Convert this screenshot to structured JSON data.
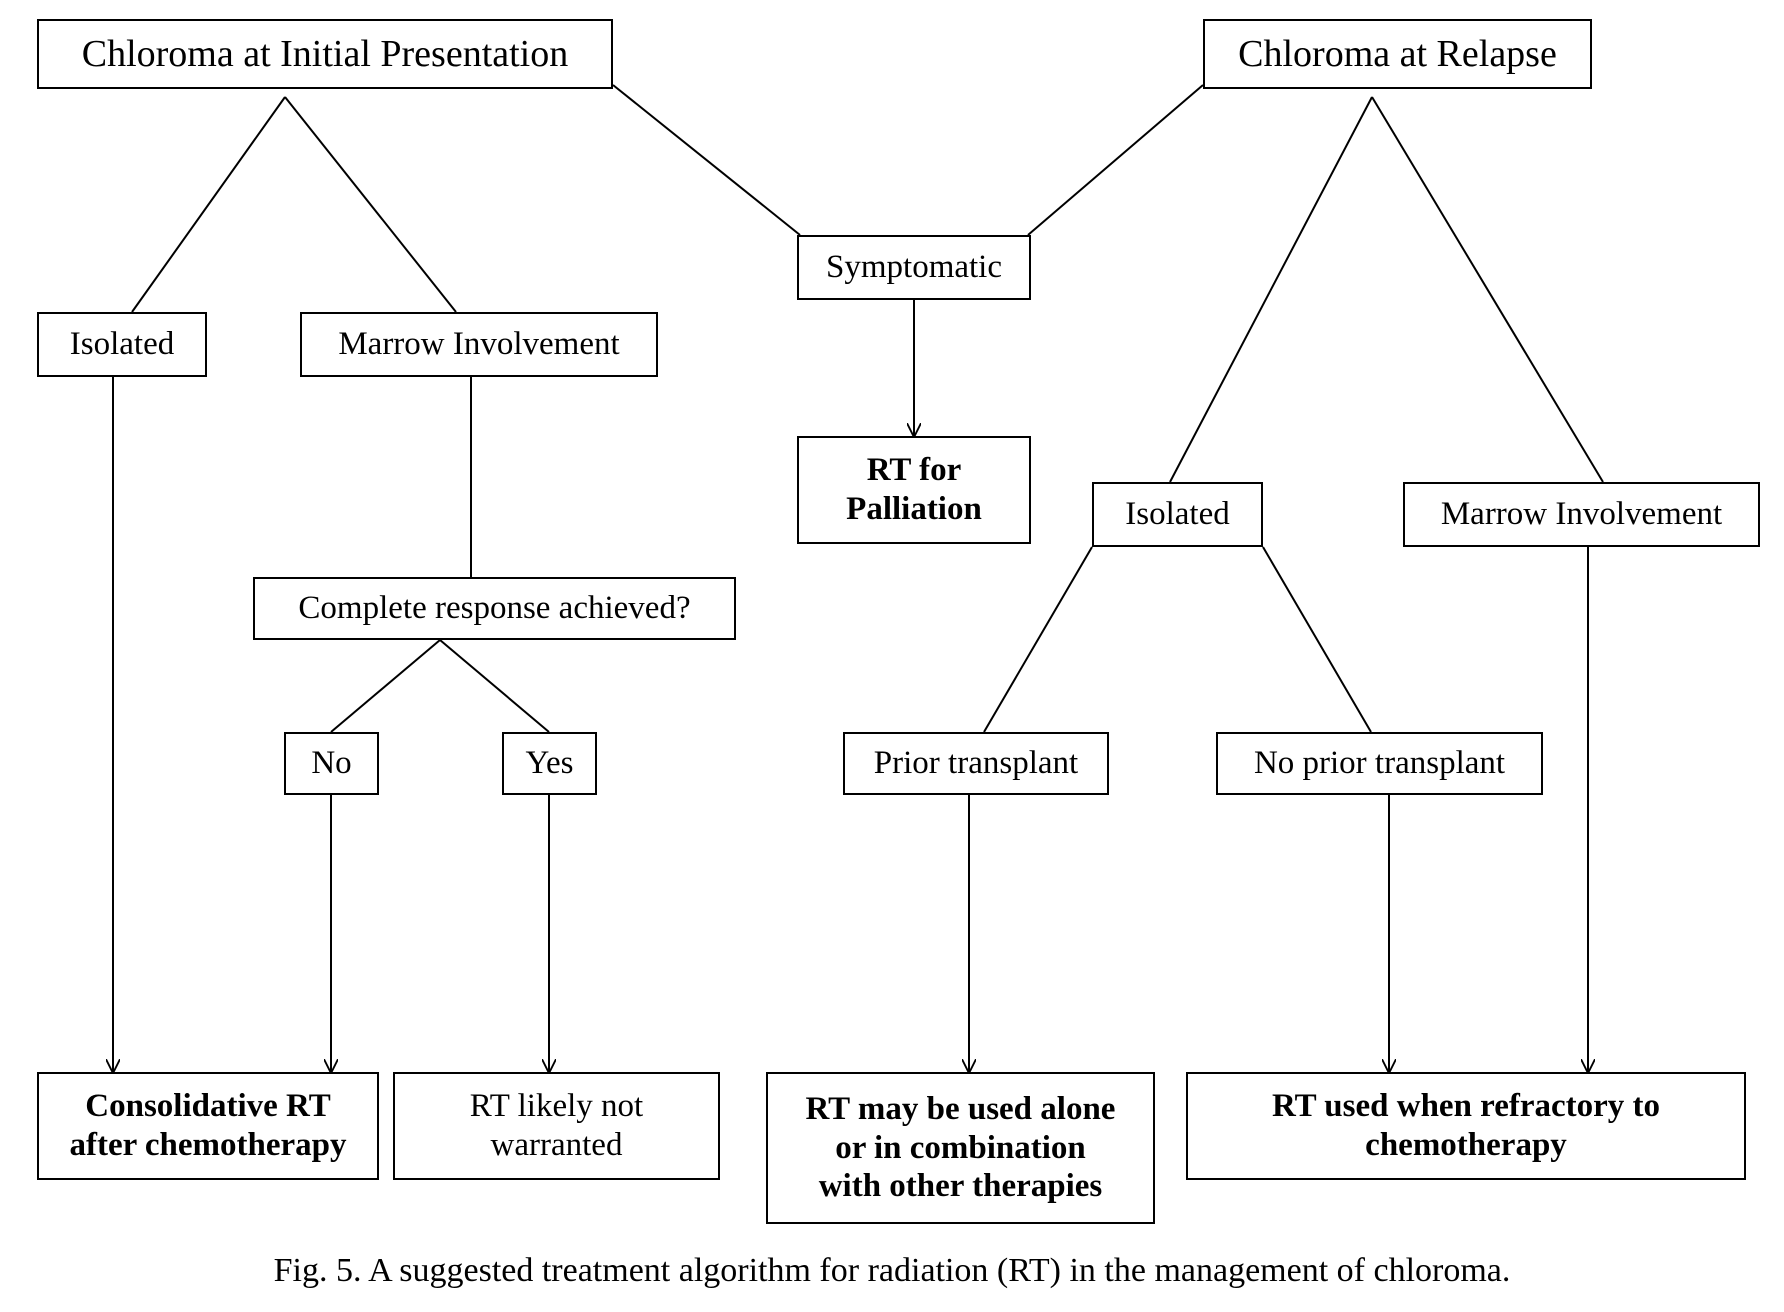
{
  "nodes": {
    "initial": "Chloroma at Initial Presentation",
    "relapse": "Chloroma at Relapse",
    "symptomatic": "Symptomatic",
    "rt_palliation": "RT for\nPalliation",
    "isolated_left": "Isolated",
    "marrow_left": "Marrow Involvement",
    "cr_question": "Complete response achieved?",
    "no": "No",
    "yes": "Yes",
    "consolidative": "Consolidative RT\nafter chemotherapy",
    "rt_not_warranted": "RT likely not\nwarranted",
    "isolated_right": "Isolated",
    "marrow_right": "Marrow Involvement",
    "prior_transplant": "Prior transplant",
    "no_prior_transplant": "No prior transplant",
    "rt_alone_combo": "RT may be used alone\nor in combination\nwith other therapies",
    "rt_refractory": "RT used when refractory to\nchemotherapy"
  },
  "caption": "Fig. 5.  A suggested treatment algorithm for radiation (RT) in the management of chloroma."
}
